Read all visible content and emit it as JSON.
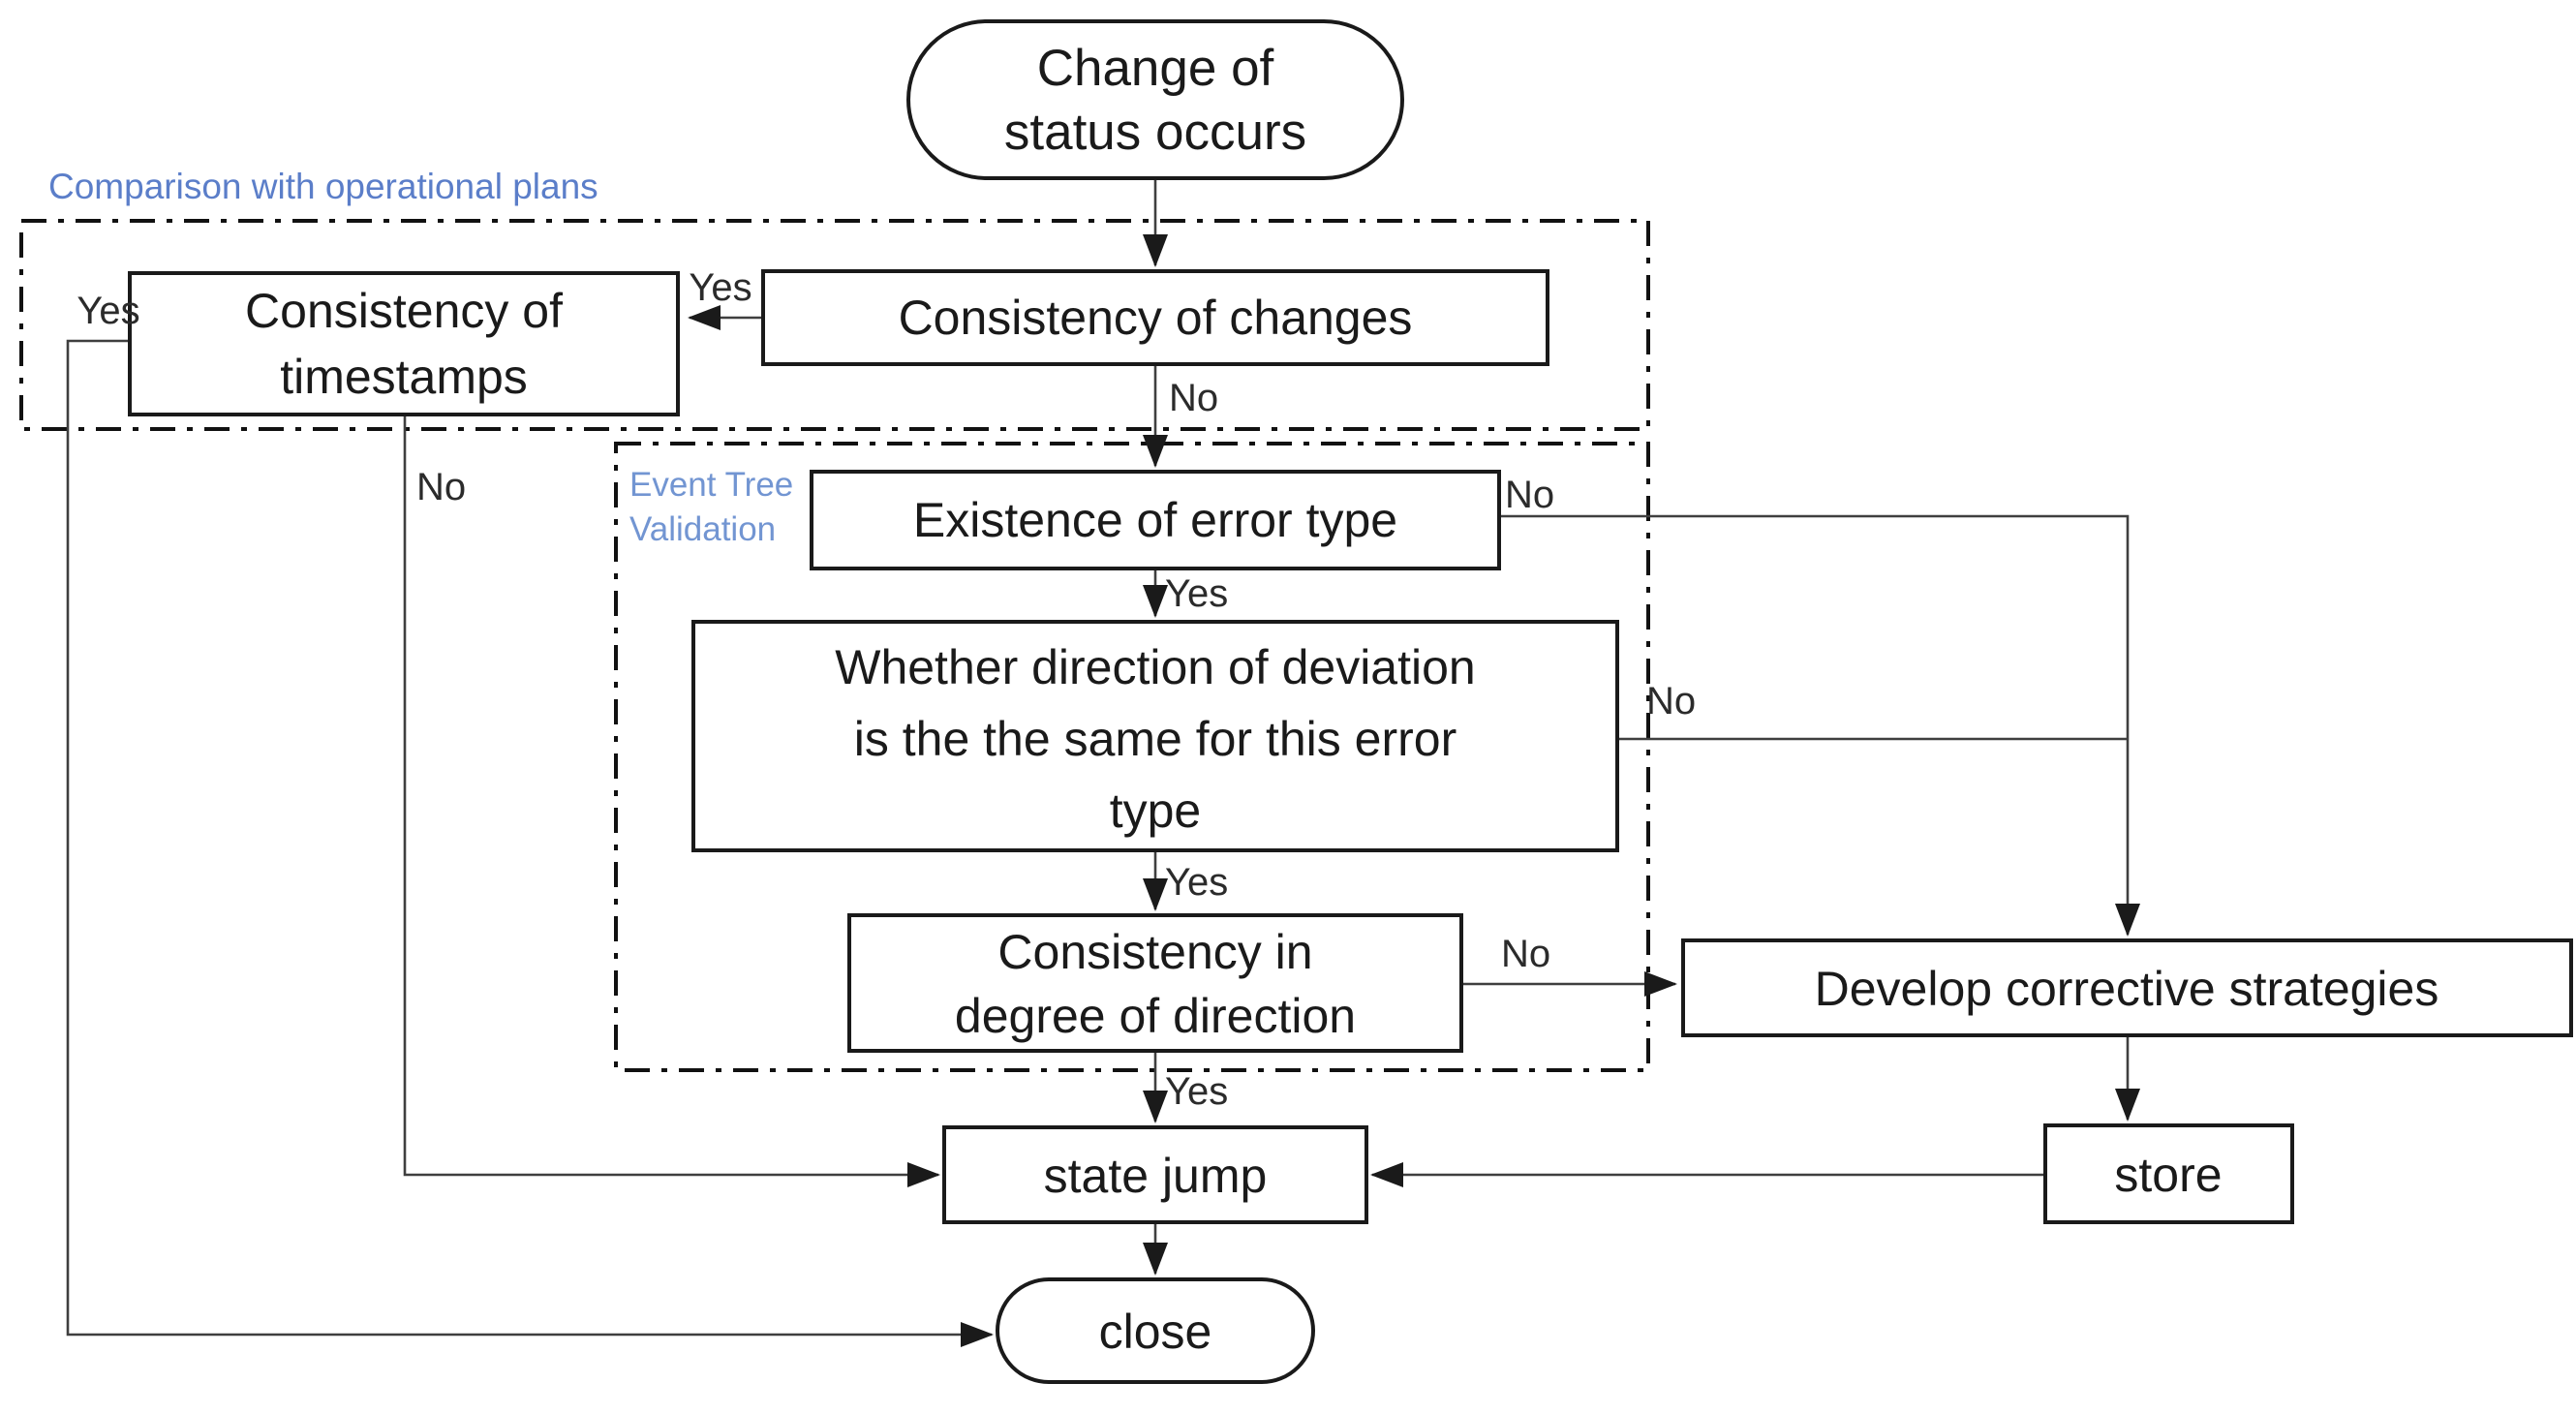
{
  "diagram": {
    "regions": {
      "comparison": {
        "label": "Comparison with operational plans"
      },
      "event_tree": {
        "label_line1": "Event Tree",
        "label_line2": "Validation"
      }
    },
    "nodes": {
      "start": {
        "line1": "Change of",
        "line2": "status occurs"
      },
      "timestamps": {
        "line1": "Consistency of",
        "line2": "timestamps"
      },
      "changes": {
        "label": "Consistency of changes"
      },
      "existence": {
        "label": "Existence of error type"
      },
      "whether": {
        "line1": "Whether  direction of deviation",
        "line2": "is the the same for this error",
        "line3": "type"
      },
      "degree": {
        "line1": "Consistency in",
        "line2": "degree of direction"
      },
      "develop": {
        "label": "Develop corrective strategies"
      },
      "statejump": {
        "label": "state jump"
      },
      "store": {
        "label": "store"
      },
      "close": {
        "label": "close"
      }
    },
    "edges": {
      "yes_changes_to_timestamps": "Yes",
      "no_changes_to_existence": "No",
      "yes_timestamps_to_close": "Yes",
      "no_timestamps_to_statejump": "No",
      "no_existence_to_develop": "No",
      "yes_existence_to_whether": "Yes",
      "no_whether_to_develop": "No",
      "yes_whether_to_degree": "Yes",
      "no_degree_to_develop": "No",
      "yes_degree_to_statejump": "Yes"
    },
    "colors": {
      "background": "#ffffff",
      "box_border": "#1a1a1a",
      "line": "#3f3f3f",
      "region1_label_blue": "#5b7ec9",
      "region2_label_blue": "#7295d2",
      "text": "#1a1a1a"
    }
  }
}
